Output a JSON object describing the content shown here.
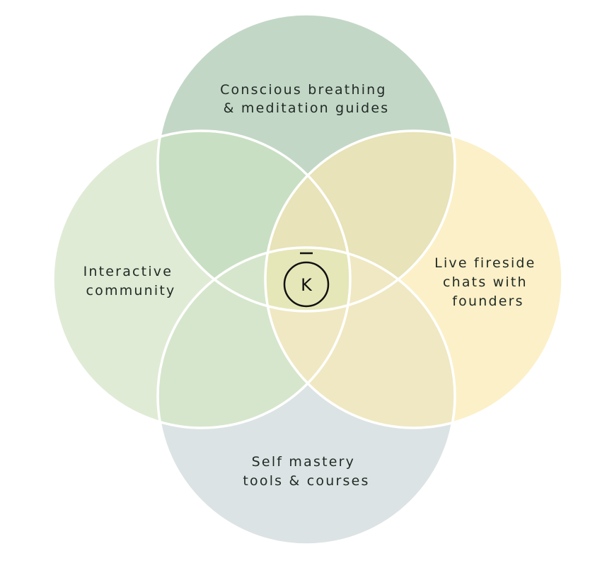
{
  "diagram": {
    "circles": [
      {
        "id": "breathing",
        "label_lines": [
          "Conscious breathing",
          "& meditation guides"
        ],
        "color": "#c3d7c6"
      },
      {
        "id": "community",
        "label_lines": [
          "Interactive",
          "community"
        ],
        "color": "#e0ebd6"
      },
      {
        "id": "fireside",
        "label_lines": [
          "Live fireside",
          "chats with",
          "founders"
        ],
        "color": "#fcf0c8"
      },
      {
        "id": "mastery",
        "label_lines": [
          "Self mastery",
          "tools & courses"
        ],
        "color": "#dce3e4"
      }
    ],
    "overlap_colors": {
      "top_left": "#c9dfc3",
      "top_right": "#e8e3b8",
      "bottom_left": "#d6e6cc",
      "bottom_right": "#f0e8c2",
      "center": "#e6e7b9"
    },
    "outline_color": "#ffffff",
    "logo": {
      "letter": "K",
      "color": "#111111"
    }
  }
}
